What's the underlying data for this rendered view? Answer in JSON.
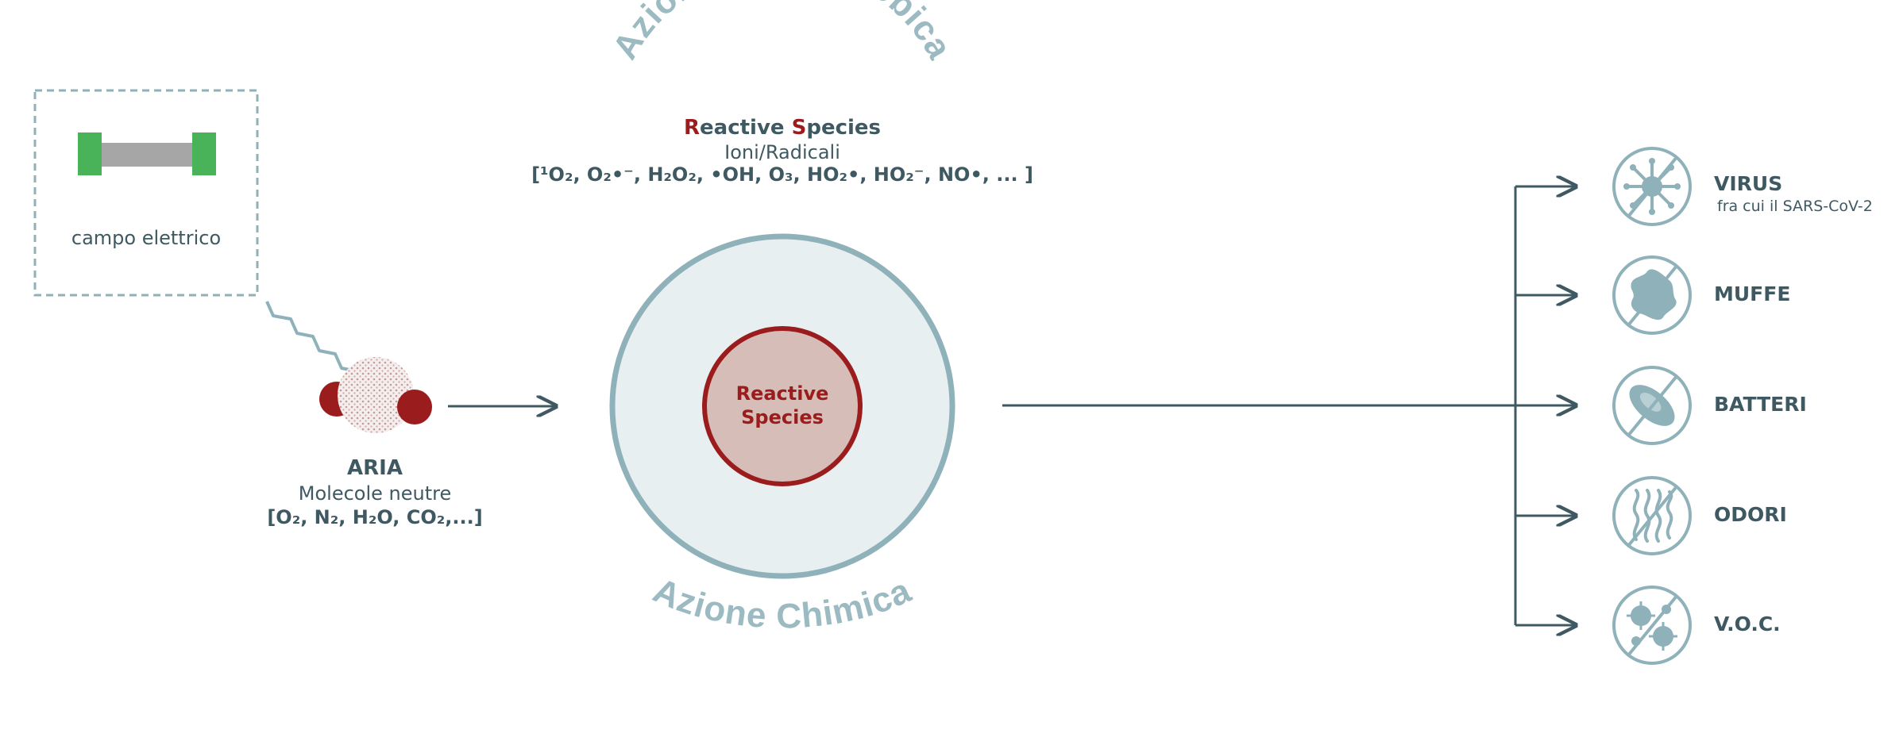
{
  "header": {
    "title_top": "Azione Antimicrobica",
    "title_bottom": "Azione Chimica"
  },
  "field": {
    "label": "campo elettrico"
  },
  "reactive": {
    "head_r": "R",
    "head_rest1": "eactive ",
    "head_s": "S",
    "head_rest2": "pecies",
    "subtitle": "Ioni/Radicali",
    "formula": "[¹O₂, O₂•⁻, H₂O₂, •OH, O₃, HO₂•, HO₂⁻, NO•, ... ]",
    "core_line1": "Reactive",
    "core_line2": "Species"
  },
  "air": {
    "title": "ARIA",
    "subtitle": "Molecole neutre",
    "formula": "[O₂, N₂, H₂O, CO₂,...]"
  },
  "targets": [
    {
      "name": "VIRUS",
      "sub": "fra cui il SARS-CoV-2",
      "icon": "virus-icon"
    },
    {
      "name": "MUFFE",
      "sub": "",
      "icon": "mold-icon"
    },
    {
      "name": "BATTERI",
      "sub": "",
      "icon": "bacteria-icon"
    },
    {
      "name": "ODORI",
      "sub": "",
      "icon": "odor-icon"
    },
    {
      "name": "V.O.C.",
      "sub": "",
      "icon": "voc-icon"
    }
  ],
  "colors": {
    "teal": "#8fb1b9",
    "dark_teal": "#3f5962",
    "red": "#9b1c1c",
    "green": "#49b35a",
    "light_fill": "#e8eff1",
    "core_fill": "#d6bdb8"
  }
}
